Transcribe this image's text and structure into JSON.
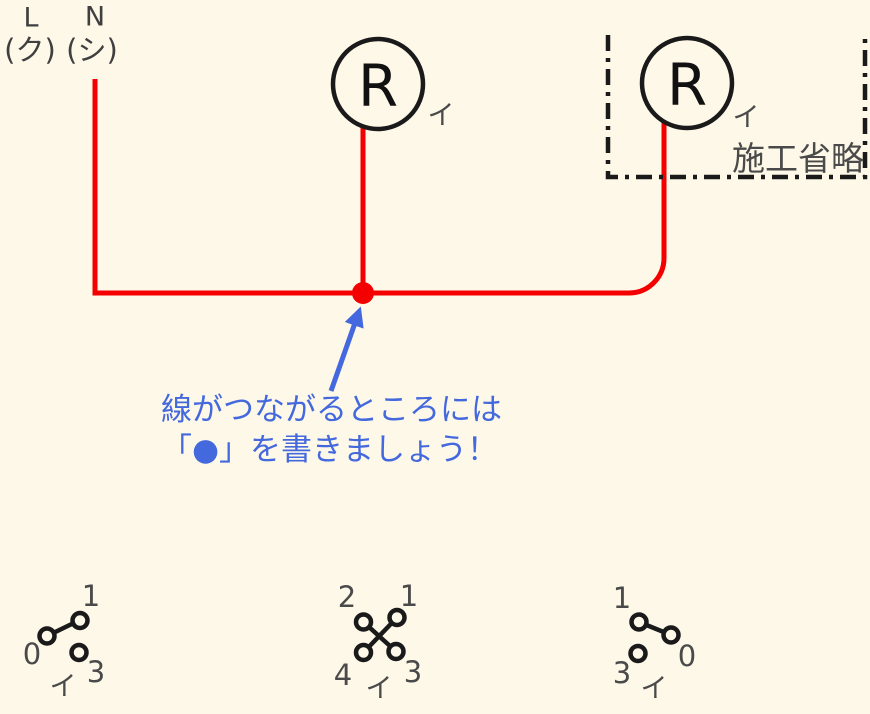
{
  "colors": {
    "background": "#FDF8E8",
    "wire_red": "#F40000",
    "annotation_blue": "#4468DE",
    "outline_black": "#1A1A1A",
    "text_gray": "#4A4A4A"
  },
  "power_source": {
    "line_label": "L",
    "line_sub": "(ク)",
    "neutral_label": "N",
    "neutral_sub": "(シ)"
  },
  "lamps": {
    "left": {
      "symbol": "R",
      "tag": "イ"
    },
    "right": {
      "symbol": "R",
      "tag": "イ"
    }
  },
  "omission_box": {
    "label": "施工省略"
  },
  "annotation": {
    "line1": "線がつながるところには",
    "line2": "「●」を書きましょう！"
  },
  "switches": {
    "left": {
      "terminal_top": "1",
      "terminal_common": "0",
      "terminal_bottom": "3",
      "tag": "イ"
    },
    "middle": {
      "terminal_top_left": "2",
      "terminal_top_right": "1",
      "terminal_bottom_left": "4",
      "terminal_bottom_right": "3",
      "tag": "イ"
    },
    "right": {
      "terminal_top": "1",
      "terminal_common": "0",
      "terminal_bottom": "3",
      "tag": "イ"
    }
  }
}
